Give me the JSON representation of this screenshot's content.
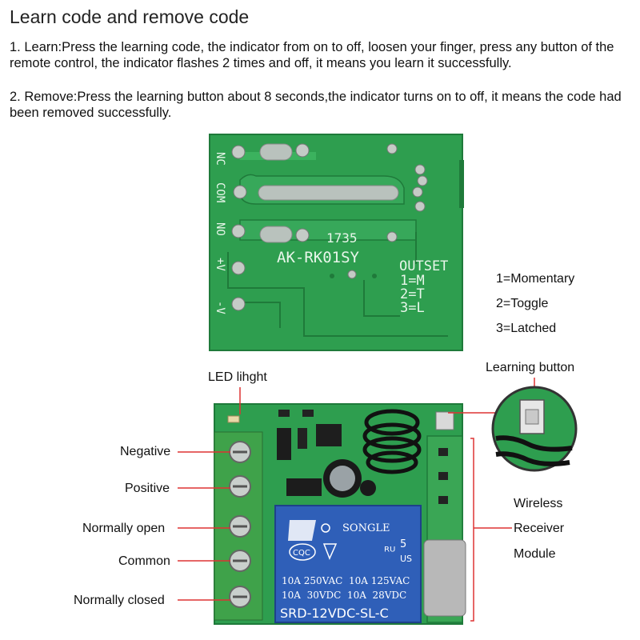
{
  "heading": "Learn code and remove code",
  "instructions": {
    "learn": "1. Learn:Press the learning code, the indicator from on to off, loosen your finger, press any button of the remote control, the indicator flashes 2 times and off, it means you learn it successfully.",
    "remove": "2. Remove:Press the learning button about 8 seconds,the indicator turns on to off, it means the code had been removed successfully."
  },
  "board_back": {
    "pin_labels": [
      "NC",
      "COM",
      "NO",
      "+V",
      "-V"
    ],
    "date_code": "1735",
    "model": "AK-RK01SY",
    "outset_title": "OUTSET",
    "outset_options": [
      "1=M",
      "2=T",
      "3=L"
    ]
  },
  "modes": [
    "1=Momentary",
    "2=Toggle",
    "3=Latched"
  ],
  "front_labels": {
    "led": "LED lihght",
    "learning_button": "Learning button",
    "terminals": [
      "Negative",
      "Positive",
      "Normally open",
      "Common",
      "Normally closed"
    ],
    "module": [
      "Wireless",
      "Receiver",
      "Module"
    ]
  },
  "relay": {
    "brand": "SONGLE",
    "rating_line1": "10A 250VAC  10A 125VAC",
    "rating_line2": "10A  30VDC  10A  28VDC",
    "model": "SRD-12VDC-SL-C",
    "mark_cqc": "CQC",
    "mark_us": "US",
    "mark_5": "5"
  },
  "colors": {
    "pcb": "#2e9e4f",
    "pcb_dark": "#1f7a3a",
    "terminal": "#3fa24a",
    "relay": "#2f5fb8",
    "leader": "#d33"
  }
}
